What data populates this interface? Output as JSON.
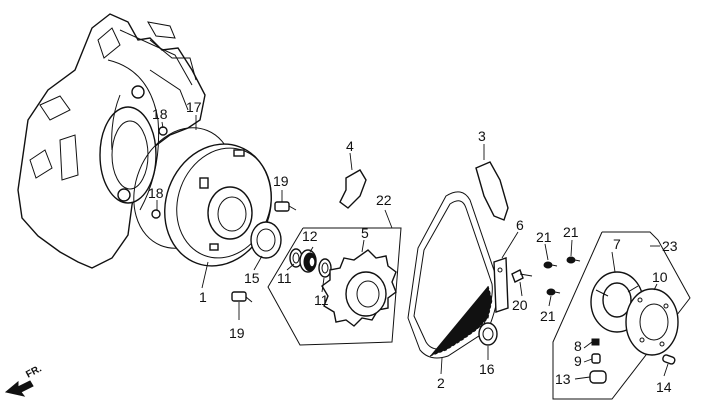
{
  "callouts": {
    "c1": "1",
    "c2": "2",
    "c3": "3",
    "c4": "4",
    "c5": "5",
    "c6": "6",
    "c7": "7",
    "c8": "8",
    "c9": "9",
    "c10": "10",
    "c11a": "11",
    "c11b": "11",
    "c12": "12",
    "c13": "13",
    "c14": "14",
    "c15": "15",
    "c16": "16",
    "c17": "17",
    "c18a": "18",
    "c18b": "18",
    "c19a": "19",
    "c19b": "19",
    "c20": "20",
    "c21a": "21",
    "c21b": "21",
    "c21c": "21",
    "c22": "22",
    "c23": "23"
  },
  "direction": {
    "label": "FR."
  }
}
